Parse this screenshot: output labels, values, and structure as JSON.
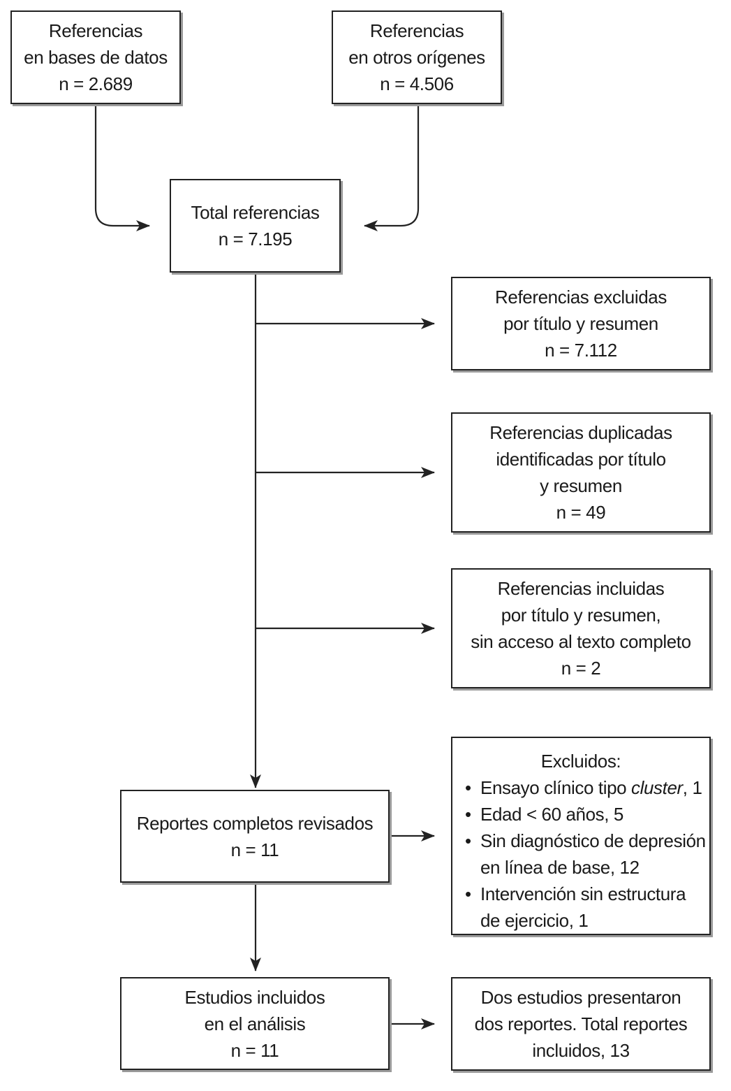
{
  "boxes": {
    "db_refs": {
      "line1": "Referencias",
      "line2": "en bases de datos",
      "count": "n = 2.689"
    },
    "other_refs": {
      "line1": "Referencias",
      "line2": "en otros orígenes",
      "count": "n = 4.506"
    },
    "total_refs": {
      "line1": "Total referencias",
      "count": "n = 7.195"
    },
    "excluded_title": {
      "line1": "Referencias excluidas",
      "line2": "por título y resumen",
      "count": "n = 7.112"
    },
    "duplicates": {
      "line1": "Referencias duplicadas",
      "line2": "identificadas por título",
      "line3": "y resumen",
      "count": "n = 49"
    },
    "no_access": {
      "line1": "Referencias incluidas",
      "line2": "por título y resumen,",
      "line3": "sin acceso al texto completo",
      "count": "n = 2"
    },
    "full_reports": {
      "line1": "Reportes completos revisados",
      "count": "n = 11"
    },
    "excluded_list": {
      "title": "Excluidos:",
      "bullet": "•",
      "items": [
        {
          "pre": "Ensayo clínico tipo ",
          "em": "cluster",
          "post": ", 1"
        },
        {
          "line1": "Edad < 60 años, 5"
        },
        {
          "line1": "Sin diagnóstico de depresión",
          "line2": "en línea de base, 12"
        },
        {
          "line1": "Intervención sin estructura",
          "line2": "de ejercicio, 1"
        }
      ]
    },
    "included_studies": {
      "line1": "Estudios incluidos",
      "line2": "en el análisis",
      "count": "n = 11"
    },
    "reports_note": {
      "line1": "Dos estudios presentaron",
      "line2": "dos reportes. Total reportes",
      "line3": "incluidos, 13"
    }
  },
  "colors": {
    "stroke": "#222222",
    "shadow": "#9a9a9a"
  }
}
